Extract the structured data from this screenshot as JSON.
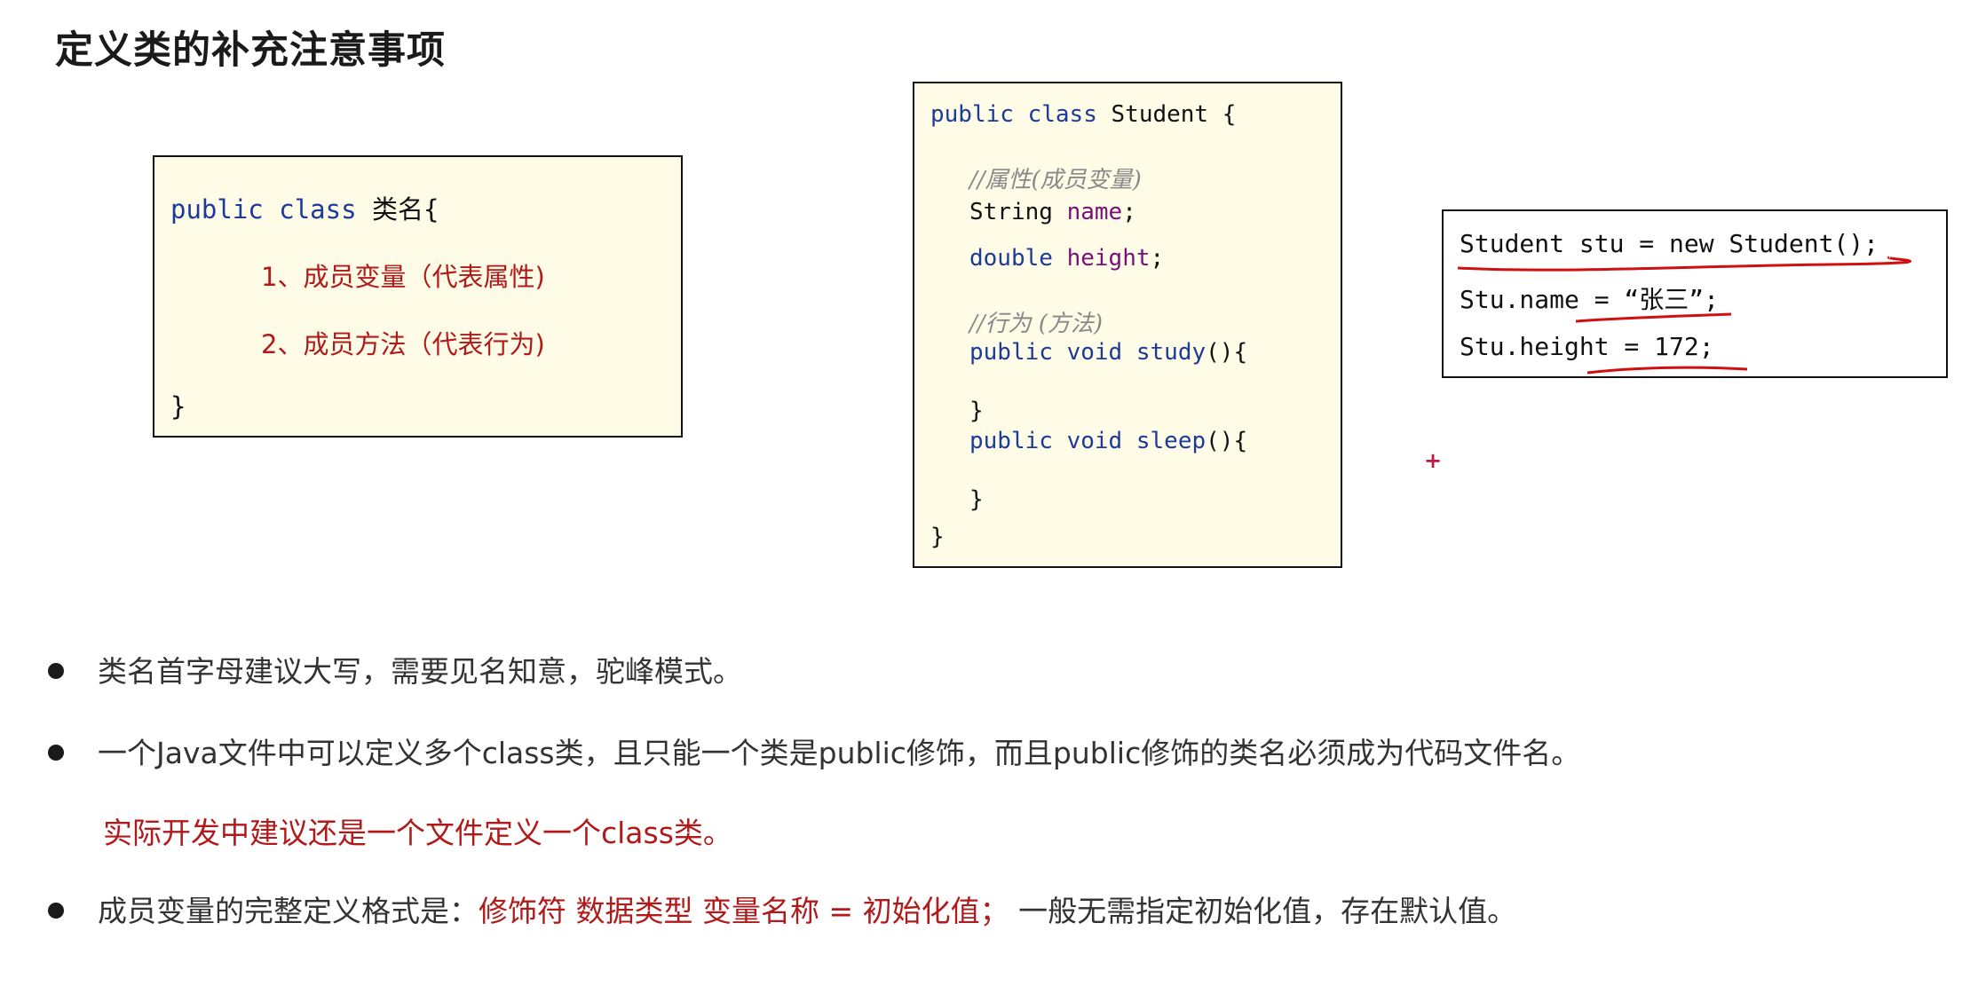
{
  "title": "定义类的补充注意事项",
  "template_box": {
    "line1_kw1": "public",
    "line1_kw2": "class",
    "line1_rest": "类名{",
    "item1": "1、成员变量（代表属性)",
    "item2": "2、成员方法（代表行为)",
    "close": "}"
  },
  "student_box": {
    "decl_kw1": "public",
    "decl_kw2": "class",
    "decl_name": "Student {",
    "comment_attr": "//属性(成员变量)",
    "str_type": "String",
    "str_field": "name",
    "str_end": ";",
    "dbl_type": "double",
    "dbl_field": "height",
    "dbl_end": ";",
    "comment_behavior": "//行为 (方法)",
    "m1_kw1": "public",
    "m1_kw2": "void",
    "m1_name": "study",
    "m1_end": "(){",
    "m1_close": "}",
    "m2_kw1": "public",
    "m2_kw2": "void",
    "m2_name": "sleep",
    "m2_end": "(){",
    "m2_close": "}",
    "class_close": "}"
  },
  "usage_box": {
    "line1": "Student stu = new Student();",
    "line2": "Stu.name = “张三”;",
    "line3": "Stu.height = 172;"
  },
  "bullets": {
    "b1": "类名首字母建议大写，需要见名知意，驼峰模式。",
    "b2": "一个Java文件中可以定义多个class类，且只能一个类是public修饰，而且public修饰的类名必须成为代码文件名。",
    "note": "实际开发中建议还是一个文件定义一个class类。",
    "b3_prefix": "成员变量的完整定义格式是：",
    "b3_red": "修饰符 数据类型 变量名称 = 初始化值；",
    "b3_suffix": " 一般无需指定初始化值，存在默认值。"
  },
  "colors": {
    "keyword": "#1b3a9a",
    "field": "#7a0f7a",
    "emphasis": "#b11a1a",
    "code_box_bg": "#fefce7",
    "annotation": "#d01010"
  }
}
